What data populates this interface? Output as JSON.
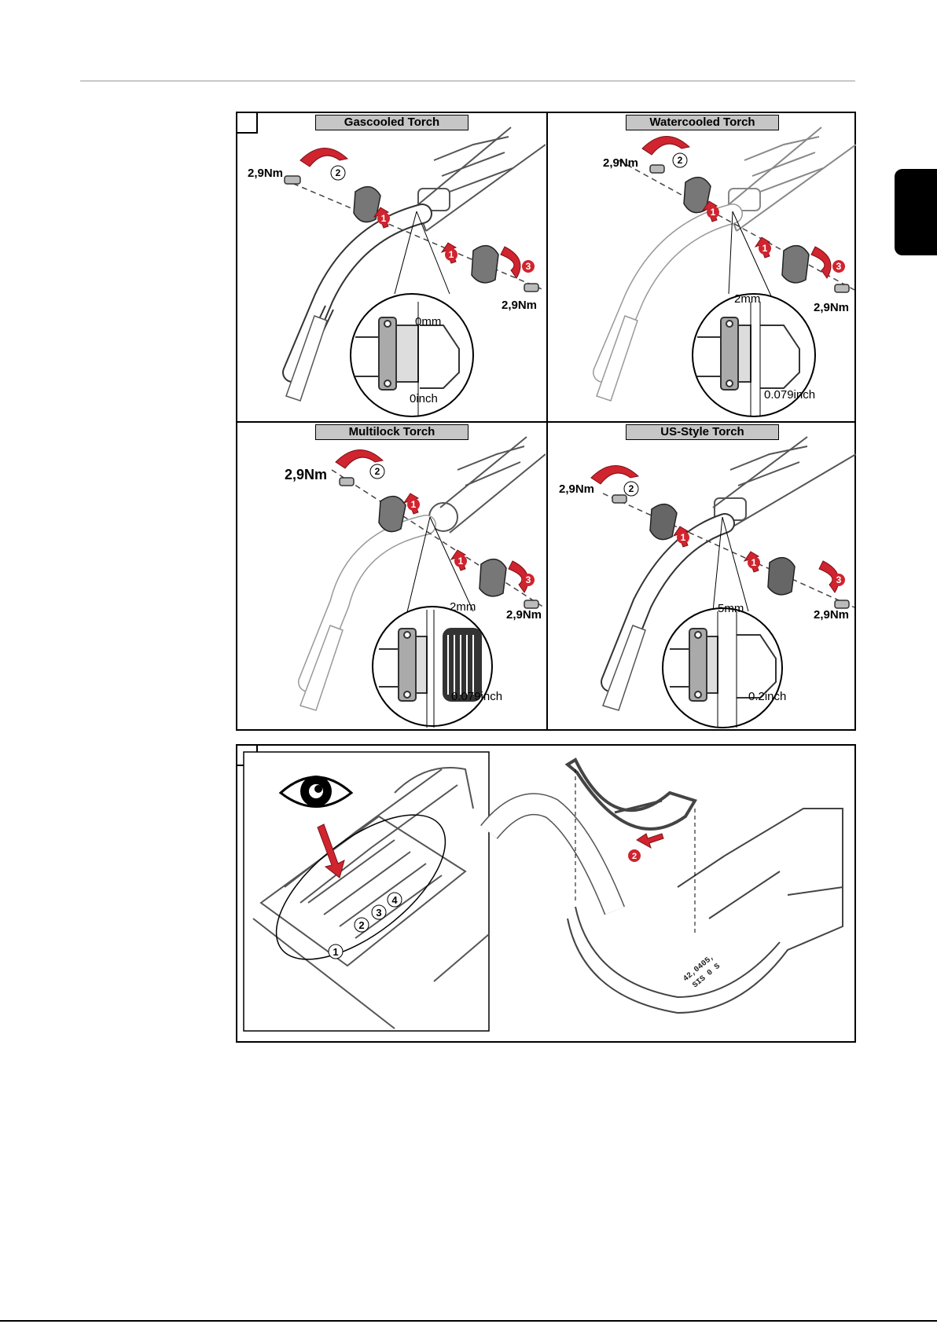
{
  "panels": {
    "gas": {
      "title": "Gascooled Torch",
      "torque_left": "2,9Nm",
      "torque_right": "2,9Nm",
      "gap_mm": "0mm",
      "gap_inch": "0inch"
    },
    "water": {
      "title": "Watercooled Torch",
      "torque_left": "2,9Nm",
      "torque_right": "2,9Nm",
      "gap_mm": "2mm",
      "gap_inch": "0.079inch"
    },
    "multi": {
      "title": "Multilock Torch",
      "torque_left": "2,9Nm",
      "torque_right": "2,9Nm",
      "gap_mm": "2mm",
      "gap_inch": "0.079inch"
    },
    "us": {
      "title": "US-Style Torch",
      "torque_left": "2,9Nm",
      "torque_right": "2,9Nm",
      "gap_mm": "5mm",
      "gap_inch": "0.2inch"
    }
  },
  "markers": {
    "one": "1",
    "two": "2",
    "three": "3",
    "four": "4"
  },
  "colors": {
    "arrow_red": "#d0242f",
    "badge_gray": "#c6c6c6",
    "line_gray": "#9a9a9a",
    "part_dark": "#555555"
  },
  "icons": [
    "eye-icon",
    "curved-arrow-icon",
    "screw-icon",
    "clamp-icon"
  ]
}
